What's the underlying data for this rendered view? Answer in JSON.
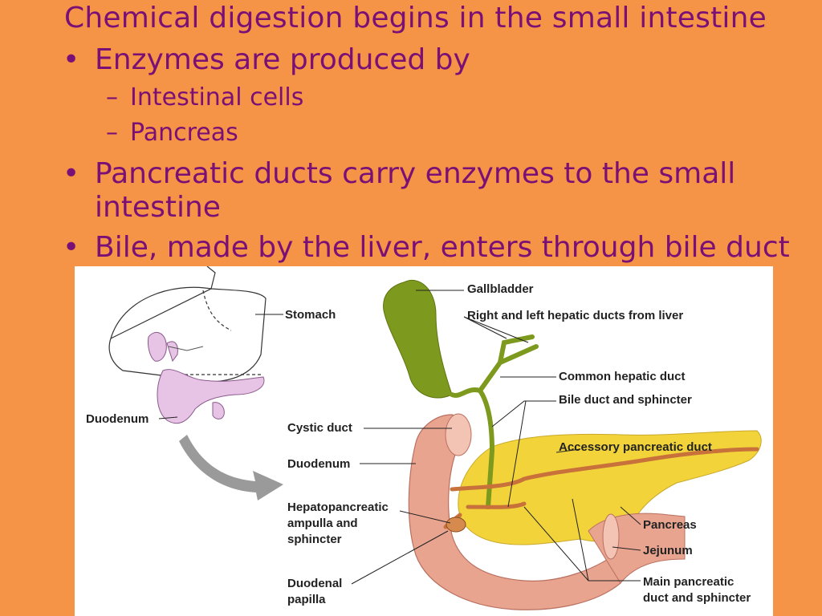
{
  "slide": {
    "title": "Chemical digestion begins in the small intestine",
    "bullets": [
      {
        "text": "Enzymes are produced by",
        "sub": [
          "Intestinal cells",
          "Pancreas"
        ]
      },
      {
        "text_line1": "Pancreatic ducts carry enzymes to the small",
        "text_line2": "intestine"
      },
      {
        "text": "Bile, made by the liver, enters through bile duct"
      }
    ],
    "bullet_glyph": "•",
    "dash_glyph": "–"
  },
  "figure": {
    "labels": {
      "stomach": "Stomach",
      "duodenum_small": "Duodenum",
      "gallbladder": "Gallbladder",
      "hepatic_ducts": "Right and left hepatic ducts from liver",
      "common_hepatic": "Common hepatic duct",
      "bile_duct": "Bile duct and sphincter",
      "accessory_duct": "Accessory pancreatic duct",
      "cystic_duct": "Cystic duct",
      "duodenum": "Duodenum",
      "ampulla_1": "Hepatopancreatic",
      "ampulla_2": "ampulla and",
      "ampulla_3": "sphincter",
      "pancreas": "Pancreas",
      "jejunum": "Jejunum",
      "papilla_1": "Duodenal",
      "papilla_2": "papilla",
      "main_duct_1": "Main pancreatic",
      "main_duct_2": "duct and sphincter"
    },
    "colors": {
      "text": "#7A1076",
      "background": "#F59346",
      "gallbladder": "#7E9A1E",
      "pancreas": "#F2D43A",
      "intestine": "#E9A48F",
      "duct": "#C8713A",
      "small_pancreas": "#E7C4E6"
    }
  }
}
